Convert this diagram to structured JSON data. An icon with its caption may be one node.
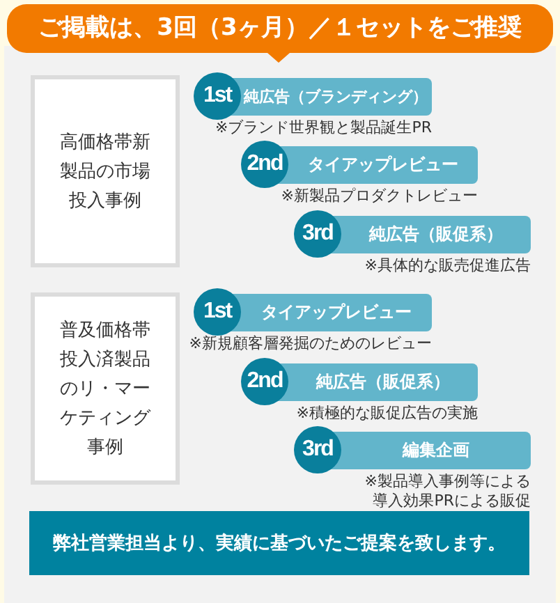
{
  "diagram": {
    "title": "ご掲載は、3回（3ヶ月）／１セットをご推奨",
    "nodes": [
      {
        "text": [
          "高価格帯新製品の市場投入事例"
        ]
      },
      {
        "text": [
          "1st",
          "純広告（ブランディング）"
        ],
        "beside": [
          "※ブランド世界観と製品誕生PR"
        ]
      },
      {
        "text": [
          "2nd",
          "タイアップレビュー"
        ],
        "beside": [
          "※新製品プロダクトレビュー"
        ]
      },
      {
        "text": [
          "3rd",
          "純広告（販促系）"
        ],
        "beside": [
          "※具体的な販売促進広告"
        ]
      },
      {
        "text": [
          "普及価格帯投入済製品のリ・マーケティング事例"
        ]
      },
      {
        "text": [
          "1st",
          "タイアップレビュー"
        ],
        "beside": [
          "※新規顧客層発掘のためのレビュー"
        ]
      },
      {
        "text": [
          "2nd",
          "純広告（販促系）"
        ],
        "beside": [
          "※積極的な販促広告の実施"
        ]
      },
      {
        "text": [
          "3rd",
          "編集企画"
        ],
        "beside": [
          "※製品導入事例等による導入効果PRによる販促"
        ]
      },
      {
        "text": [
          "弊社営業担当より、実績に基づいたご提案を致します。"
        ]
      }
    ]
  }
}
